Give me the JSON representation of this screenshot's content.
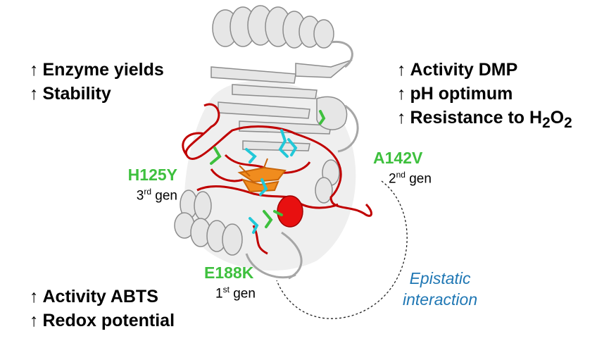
{
  "effects": {
    "top_left": [
      {
        "arrow": "↑",
        "text": "Enzyme yields"
      },
      {
        "arrow": "↑",
        "text": "Stability"
      }
    ],
    "top_right": [
      {
        "arrow": "↑",
        "text": "Activity DMP"
      },
      {
        "arrow": "↑",
        "text": "pH optimum"
      },
      {
        "arrow": "↑",
        "text": "Resistance to H",
        "sub1": "2",
        "mid": "O",
        "sub2": "2"
      }
    ],
    "bottom_left": [
      {
        "arrow": "↑",
        "text": "Activity ABTS"
      },
      {
        "arrow": "↑",
        "text": "Redox potential"
      }
    ]
  },
  "mutations": {
    "h125y": {
      "name": "H125Y",
      "gen_num": "3",
      "gen_sup": "rd",
      "gen_word": " gen"
    },
    "a142v": {
      "name": "A142V",
      "gen_num": "2",
      "gen_sup": "nd",
      "gen_word": " gen"
    },
    "e188k": {
      "name": "E188K",
      "gen_num": "1",
      "gen_sup": "st",
      "gen_word": " gen"
    }
  },
  "epistatic": {
    "line1": "Epistatic",
    "line2": "interaction"
  },
  "colors": {
    "ribbon": "#d9d9d9",
    "ribbon_edge": "#8c8c8c",
    "loops": "#c00000",
    "heme": "#f08c1e",
    "residues_cyan": "#22c8d8",
    "mutations_green": "#3ec03e",
    "epistatic_text": "#1f77b4"
  }
}
